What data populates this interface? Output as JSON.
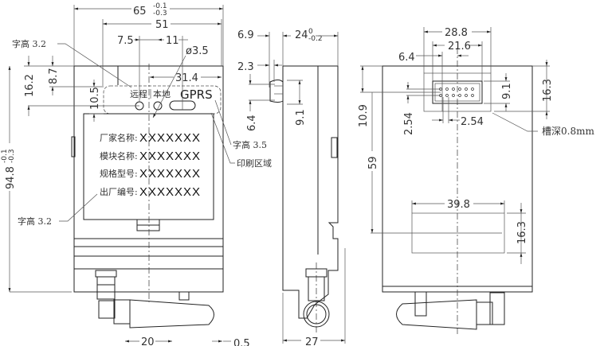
{
  "front_view": {
    "dims": {
      "width_65": "65",
      "width_65_tol_upper": "-0.1",
      "width_65_tol_lower": "-0.3",
      "width_51": "51",
      "d_7_5": "7.5",
      "d_11": "11",
      "dia_3_5": "ø3.5",
      "d_31_4": "31.4",
      "h_16_2": "16.2",
      "h_8_7": "8.7",
      "h_10_5": "10.5",
      "height_94_8": "94.8",
      "height_tol_upper": "-0.1",
      "height_tol_lower": "-0.3",
      "d_20": "20",
      "d_0_5": "0.5"
    },
    "notes": {
      "char_height_top": "字高 3.2",
      "char_height_gprs": "字高 3.5",
      "print_area": "印刷区域",
      "char_height_bottom": "字高 3.2"
    },
    "indicators": {
      "remote": "远程",
      "local": "本地",
      "gprs": "GPRS"
    },
    "label_rows": [
      {
        "label": "厂家名称:",
        "value": "XXXXXXX"
      },
      {
        "label": "模块名称:",
        "value": "XXXXXXX"
      },
      {
        "label": "规格型号:",
        "value": "XXXXXXX"
      },
      {
        "label": "出厂编号:",
        "value": "XXXXXXX"
      }
    ]
  },
  "side_view": {
    "dims": {
      "d_6_9": "6.9",
      "depth_24": "24",
      "depth_24_tol_upper": "0",
      "depth_24_tol_lower": "-0.2",
      "d_2_3": "2.3",
      "d_6_4": "6.4",
      "d_9_1": "9.1",
      "d_27": "27"
    }
  },
  "rear_view": {
    "dims": {
      "d_28_8": "28.8",
      "d_21_6": "21.6",
      "d_6_4": "6.4",
      "d_16_3_top": "16.3",
      "d_9_1": "9.1",
      "d_10_9": "10.9",
      "pitch_v": "2.54",
      "pitch_h": "2.54",
      "d_59": "59",
      "d_39_8": "39.8",
      "d_16_3_bottom": "16.3"
    },
    "notes": {
      "slot_depth": "槽深0.8mm"
    }
  }
}
